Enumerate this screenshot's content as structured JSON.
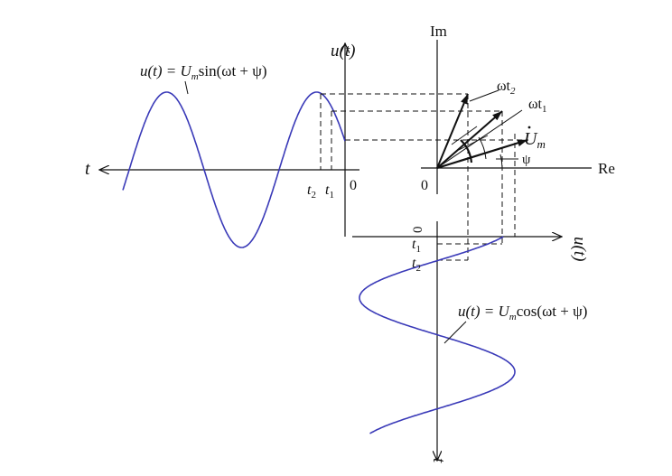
{
  "labels": {
    "formula_sin_prefix": "u(t) = U",
    "formula_sin_sub": "m",
    "formula_sin_suffix": "sin(ωt + ψ)",
    "formula_cos_prefix": "u(t) = U",
    "formula_cos_sub": "m",
    "formula_cos_suffix": "cos(ωt + ψ)",
    "axis_u_top": "u(t)",
    "axis_u_right": "u(t)",
    "axis_t_left": "t",
    "axis_t_bottom": "t",
    "axis_re": "Re",
    "axis_im": "Im",
    "origin_left": "0",
    "origin_phasor": "0",
    "origin_lower": "0",
    "t2_left": "t",
    "t2_left_sub": "2",
    "t1_left": "t",
    "t1_left_sub": "1",
    "t1_lower": "t",
    "t1_lower_sub": "1",
    "t2_lower": "t",
    "t2_lower_sub": "2",
    "omega_t2": "ωt",
    "omega_t2_sub": "2",
    "omega_t1": "ωt",
    "omega_t1_sub": "1",
    "phasor_label": "U",
    "phasor_label_sub": "m",
    "psi_label": "ψ"
  },
  "colors": {
    "curve": "#3a3ab8",
    "axes": "#111111",
    "dashed": "#111111"
  }
}
